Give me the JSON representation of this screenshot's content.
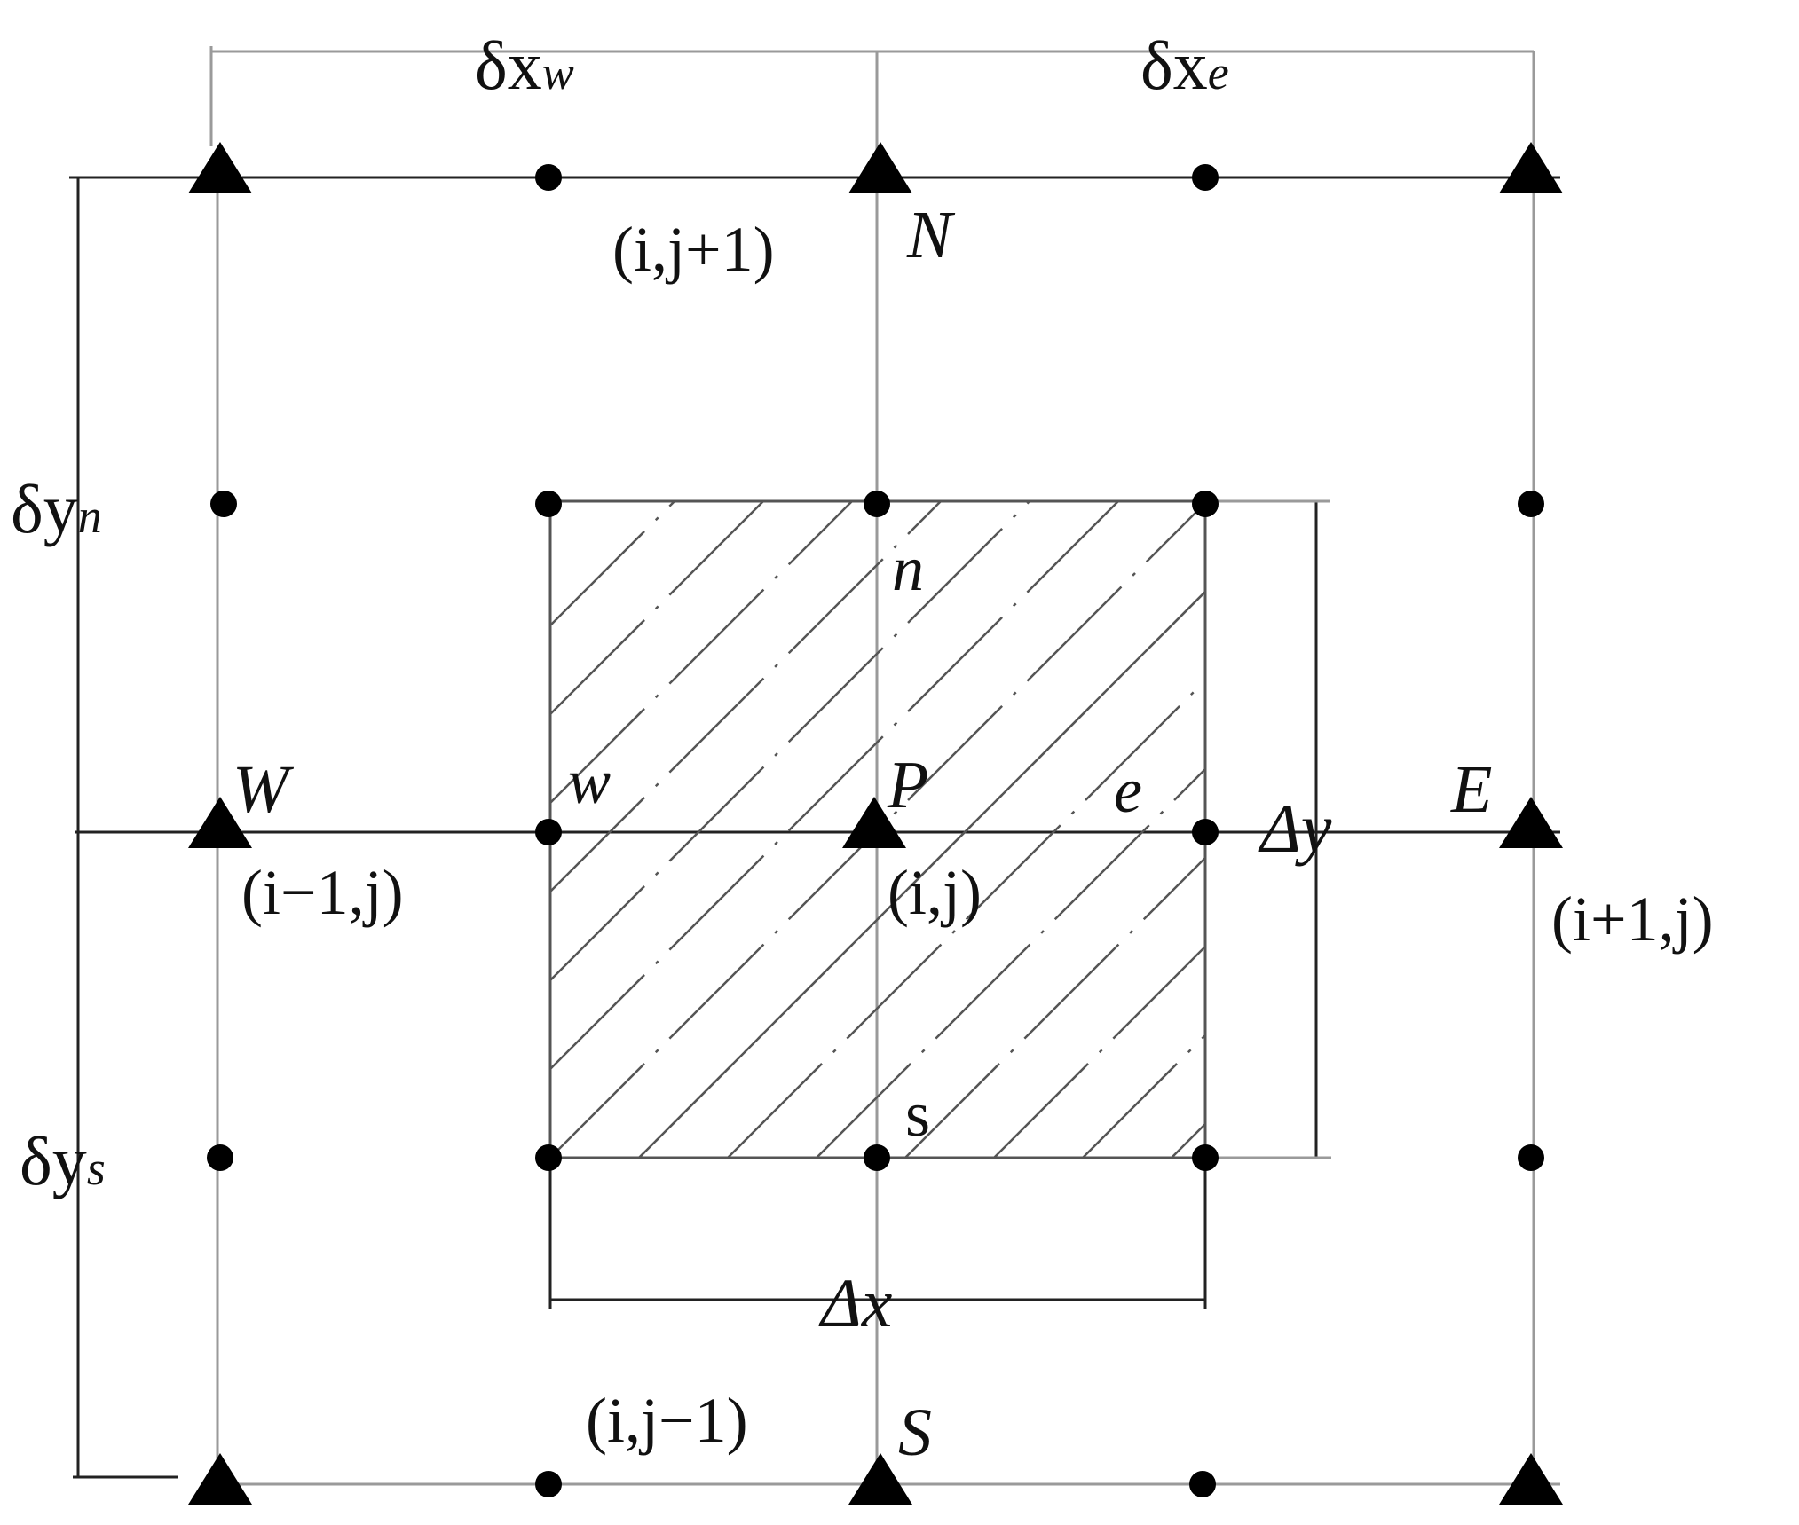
{
  "labels": {
    "dx_w": "δx",
    "dx_w_sub": "w",
    "dx_e": "δx",
    "dx_e_sub": "e",
    "dy_n": "δy",
    "dy_n_sub": "n",
    "dy_s": "δy",
    "dy_s_sub": "s",
    "N": "N",
    "S": "S",
    "W": "W",
    "E": "E",
    "P": "P",
    "n": "n",
    "s": "s",
    "w": "w",
    "e": "e",
    "delta_x": "Δx",
    "delta_y": "Δy",
    "coord_N": "(i,j+1)",
    "coord_S": "(i,j−1)",
    "coord_W": "(i−1,j)",
    "coord_E": "(i+1,j)",
    "coord_P": "(i,j)"
  },
  "colors": {
    "grid_line": "#9a9a9a",
    "dark_line": "#222222",
    "marker": "#000000",
    "hatch": "#555555",
    "text": "#111111"
  }
}
